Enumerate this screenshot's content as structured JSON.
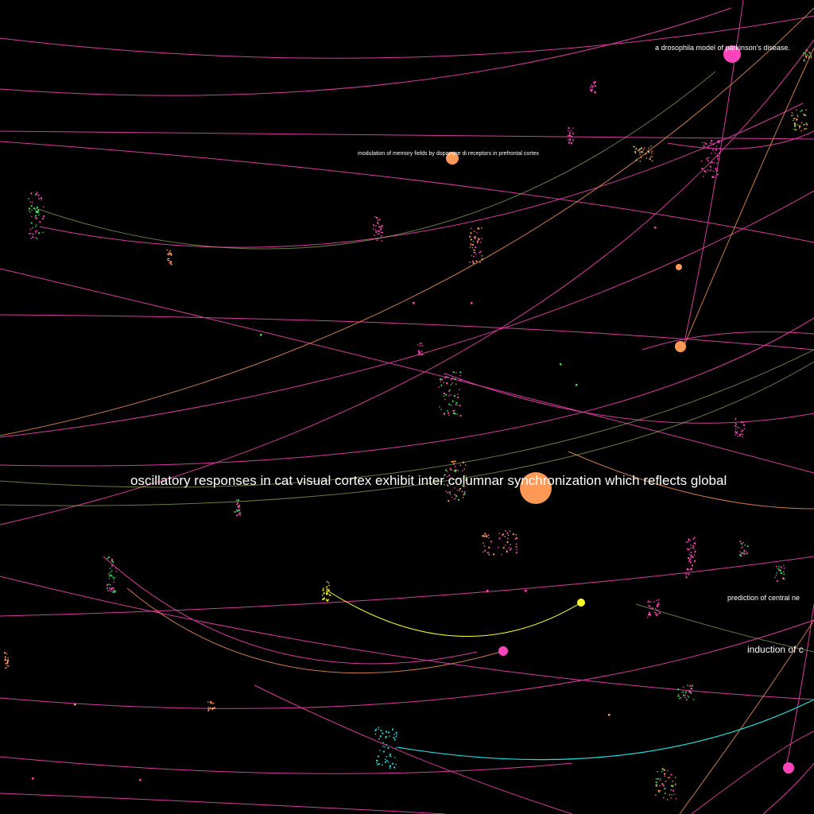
{
  "colors": {
    "background": "#000000",
    "magenta": "#ff44bb",
    "orange": "#ff9955",
    "yellow": "#ffff22",
    "cyan": "#22dddd",
    "green": "#33dd55",
    "olive": "#aacc66",
    "label": "#ffffff"
  },
  "labels": {
    "main": "oscillatory responses in cat visual cortex exhibit inter columnar synchronization which reflects global",
    "parkinson": "a drosophila model of parkinson’s disease.",
    "dopamine": "modulation of memory fields by dopamine di receptors in prefrontal cortex",
    "prediction": "prediction of central ne",
    "induction": "induction of c"
  }
}
